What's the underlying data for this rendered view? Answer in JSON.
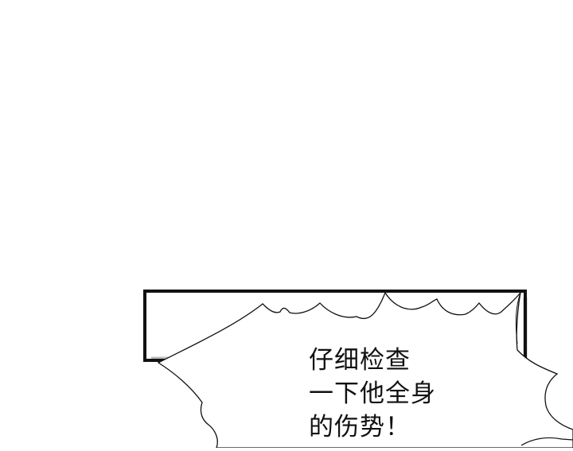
{
  "speech_bubble": {
    "lines": [
      "仔细检查",
      "一下他全身",
      "的伤势！"
    ]
  },
  "colors": {
    "background": "#ffffff",
    "ink": "#111111",
    "panel_shadow": "#bdbdbd"
  }
}
